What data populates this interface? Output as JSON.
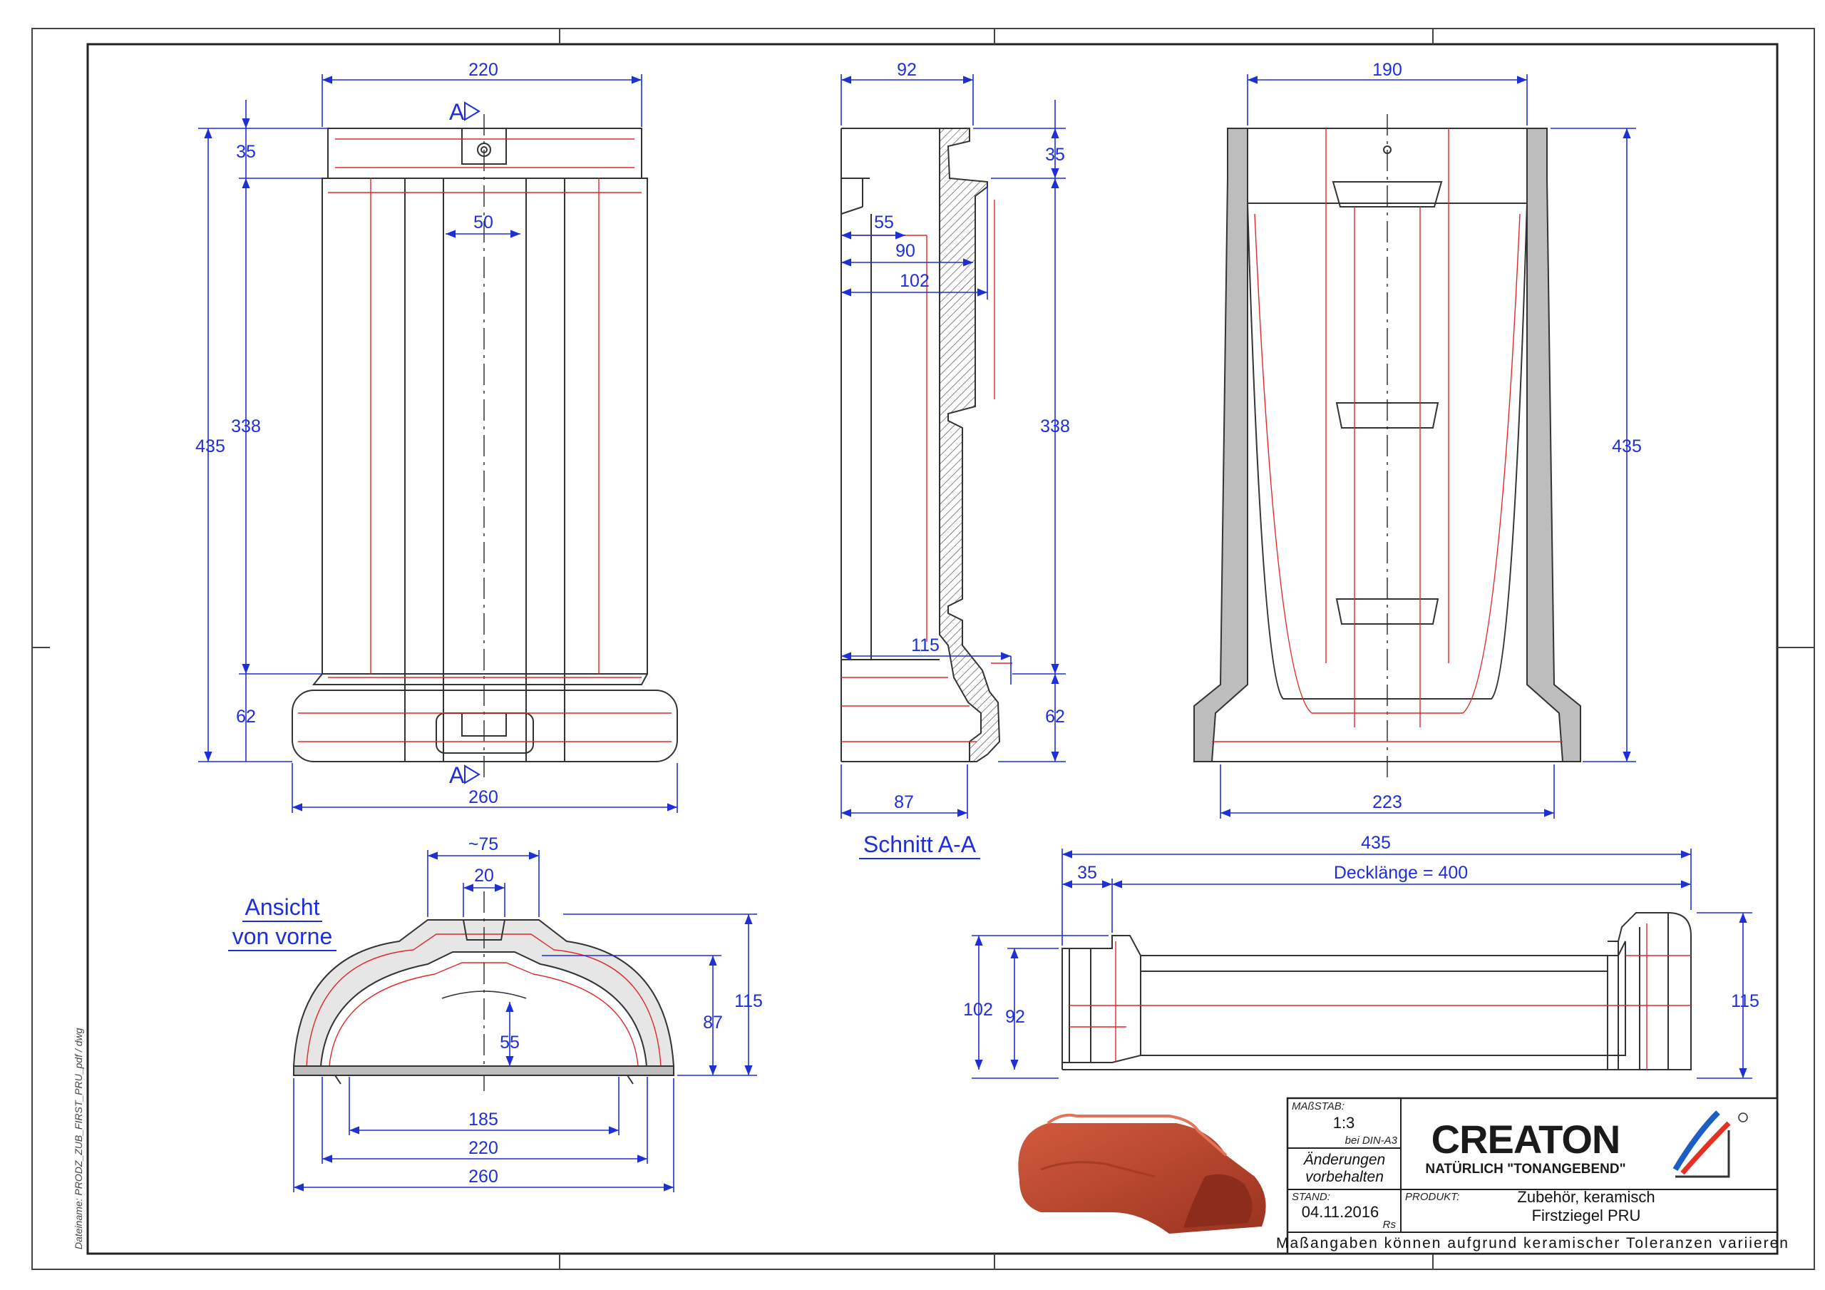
{
  "front_view": {
    "width_top": "220",
    "width_bottom": "260",
    "height_total": "435",
    "height_body": "338",
    "height_top": "35",
    "height_base": "62",
    "center_width": "50",
    "section_mark_top": "A",
    "section_mark_bottom": "A"
  },
  "section_view": {
    "title": "Schnitt A-A",
    "width_top": "92",
    "width_bottom": "87",
    "d55": "55",
    "d90": "90",
    "d102": "102",
    "d115": "115",
    "height_top": "35",
    "height_body": "338",
    "height_base": "62"
  },
  "back_view": {
    "width_top": "190",
    "width_bottom": "223",
    "height_total": "435"
  },
  "end_view": {
    "title_line1": "Ansicht",
    "title_line2": "von vorne",
    "width_approx": "~75",
    "width_notch": "20",
    "d55": "55",
    "d87": "87",
    "d115": "115",
    "w185": "185",
    "w220": "220",
    "w260": "260"
  },
  "side_view": {
    "length_total": "435",
    "overlap": "35",
    "cover_length": "Decklänge = 400",
    "h102": "102",
    "h92": "92",
    "h115": "115"
  },
  "title_block": {
    "scale_label": "MAßSTAB:",
    "scale_value": "1:3",
    "scale_note": "bei DIN-A3",
    "changes_line1": "Änderungen",
    "changes_line2": "vorbehalten",
    "date_label": "STAND:",
    "date_value": "04.11.2016",
    "author": "Rs",
    "product_label": "PRODUKT:",
    "product_line1": "Zubehör, keramisch",
    "product_line2": "Firstziegel PRU",
    "logo_text": "CREATON",
    "slogan": "NATÜRLICH \"TONANGEBEND\"",
    "disclaimer": "Maßangaben können aufgrund keramischer Toleranzen variieren"
  },
  "side_filename": "Dateiname: PRODZ_ZUB_FIRST_PRU_pdf / dwg",
  "colors": {
    "dimension": "#1f2fd6",
    "outline": "#333333",
    "redline": "#e0282a",
    "tile": "#c0442c"
  }
}
